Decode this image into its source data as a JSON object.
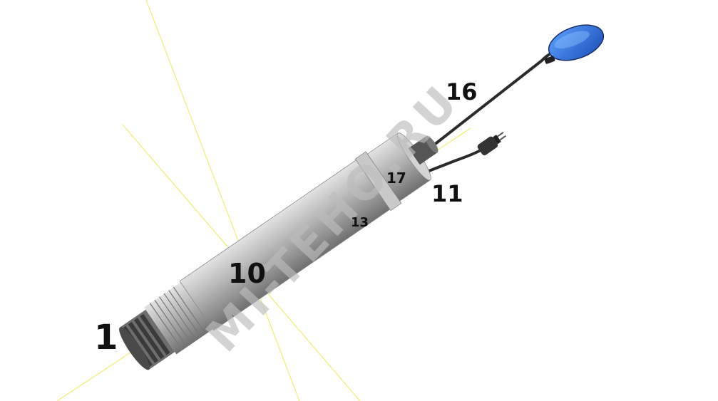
{
  "callouts": {
    "c1": "1",
    "c10": "10",
    "c11": "11",
    "c13": "13",
    "c16": "16",
    "c17": "17"
  },
  "watermark": "MI-TEHO.RU",
  "colors": {
    "guide_line": "#f2ee7a",
    "float_switch": "#2f6fd8",
    "pump_body": "#a9a9a9",
    "cable": "#2b2b2b",
    "watermark": "#bdbdbd"
  }
}
